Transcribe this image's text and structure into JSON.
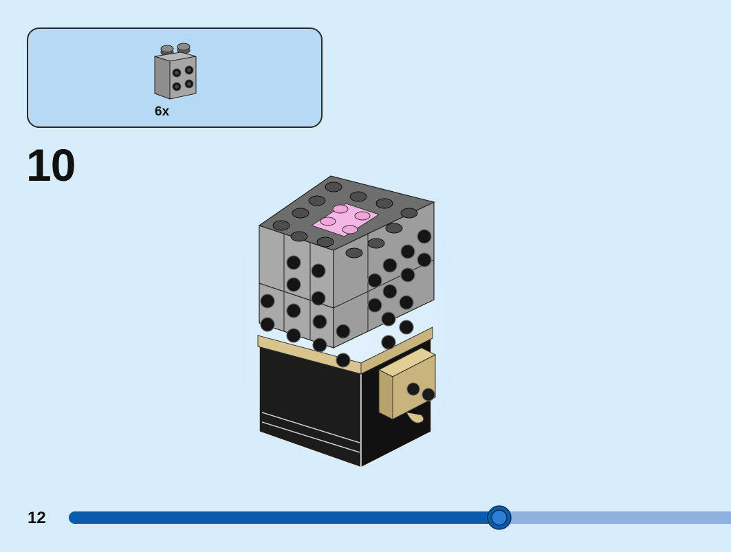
{
  "parts_callout": {
    "items": [
      {
        "icon": "brick-1x2-with-studs-on-side-icon",
        "quantity": "6x"
      }
    ]
  },
  "step": {
    "number": "10"
  },
  "illustration": {
    "icon": "brick-figure-assembly-step-icon"
  },
  "footer": {
    "page_number": "12",
    "progress": 0.65
  },
  "colors": {
    "page_background": "#d6ecfb",
    "callout_background": "#b6d9f6",
    "progress_fill": "#0a5bab",
    "progress_track": "#8fb1e0"
  }
}
